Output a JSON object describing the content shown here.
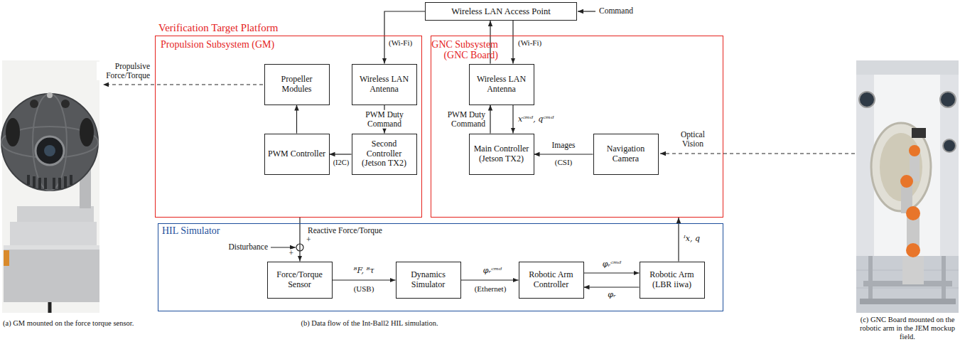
{
  "diagram": {
    "nodes": [
      {
        "text": [
          "Wireless LAN Access Point"
        ]
      },
      {
        "text": [
          "Propulsion Subsystem (GM)"
        ]
      },
      {
        "text": [
          "Propeller Modules"
        ],
        "in": 1
      },
      {
        "text": [
          "Wireless LAN Antenna"
        ],
        "in": 1
      },
      {
        "text": [
          "PWM Controller"
        ],
        "in": 1
      },
      {
        "text": [
          "Second Controller (Jetson TX2)"
        ],
        "in": 1
      },
      {
        "text": [
          "GNC Subsystem (GNC Board)"
        ]
      },
      {
        "text": [
          "Wireless LAN Antenna"
        ],
        "in": 6
      },
      {
        "text": [
          "Main Controller (Jetson TX2)"
        ],
        "in": 6
      },
      {
        "text": [
          "Navigation Camera"
        ],
        "in": 6
      },
      {
        "text": [
          "HIL Simulator"
        ]
      },
      {
        "text": [
          "Force/Torque Sensor"
        ],
        "in": 10
      },
      {
        "text": [
          "Dynamics Simulator"
        ],
        "in": 10
      },
      {
        "text": [
          "Robotic Arm Controller"
        ],
        "in": 10
      },
      {
        "text": [
          "Robotic Arm (LBR iiwa)"
        ],
        "in": 10
      }
    ],
    "edges": [
      {
        "from": 0,
        "to": 3,
        "arrow": "to"
      },
      {
        "from": 7,
        "to": 0,
        "arrow": "to"
      },
      {
        "from": 0,
        "to": 7,
        "arrow": "to"
      },
      {
        "from": 3,
        "to": 5,
        "label": "PWM Duty Command",
        "arrow": "to"
      },
      {
        "from": 5,
        "to": 4,
        "arrow": "to"
      },
      {
        "from": 4,
        "to": 2,
        "arrow": "to"
      },
      {
        "from": 1,
        "to": 11,
        "label": "Reactive Force/Torque",
        "arrow": "to"
      },
      {
        "from": 11,
        "to": 12,
        "label": "ᴮF, ᴮτ",
        "arrow": "to"
      },
      {
        "from": 12,
        "to": 13,
        "label": "φᵣᶜᵐᵈ",
        "arrow": "to"
      },
      {
        "from": 13,
        "to": 14,
        "label": "φᵣᶜᵐᵈ",
        "arrow": "to"
      },
      {
        "from": 14,
        "to": 13,
        "label": "φᵣ",
        "arrow": "to"
      },
      {
        "from": 14,
        "to": 6,
        "label": "ᴵx, q",
        "arrow": "to"
      },
      {
        "from": 9,
        "to": 8,
        "label": "Images",
        "arrow": "to"
      },
      {
        "from": 8,
        "to": 7,
        "label": "PWM Duty Command",
        "arrow": "to"
      },
      {
        "from": 7,
        "to": 8,
        "label": "xᶜᵐᵈ, qᶜᵐᵈ",
        "arrow": "to"
      }
    ],
    "labels": [
      "Command",
      "Verification Target Platform",
      "(Wi-Fi)",
      "(Wi-Fi)",
      "Propulsive Force/Torque",
      "(I2C)",
      "Optical Vision",
      "(CSI)",
      "Disturbance",
      "+",
      "+",
      "(USB)",
      "(Ethernet)",
      "(a) GM mounted on the force torque sensor.",
      "(b) Data flow of the Int-Ball2 HIL simulation.",
      "(c) GNC Board mounted on the robotic arm in the JEM mockup field."
    ]
  }
}
